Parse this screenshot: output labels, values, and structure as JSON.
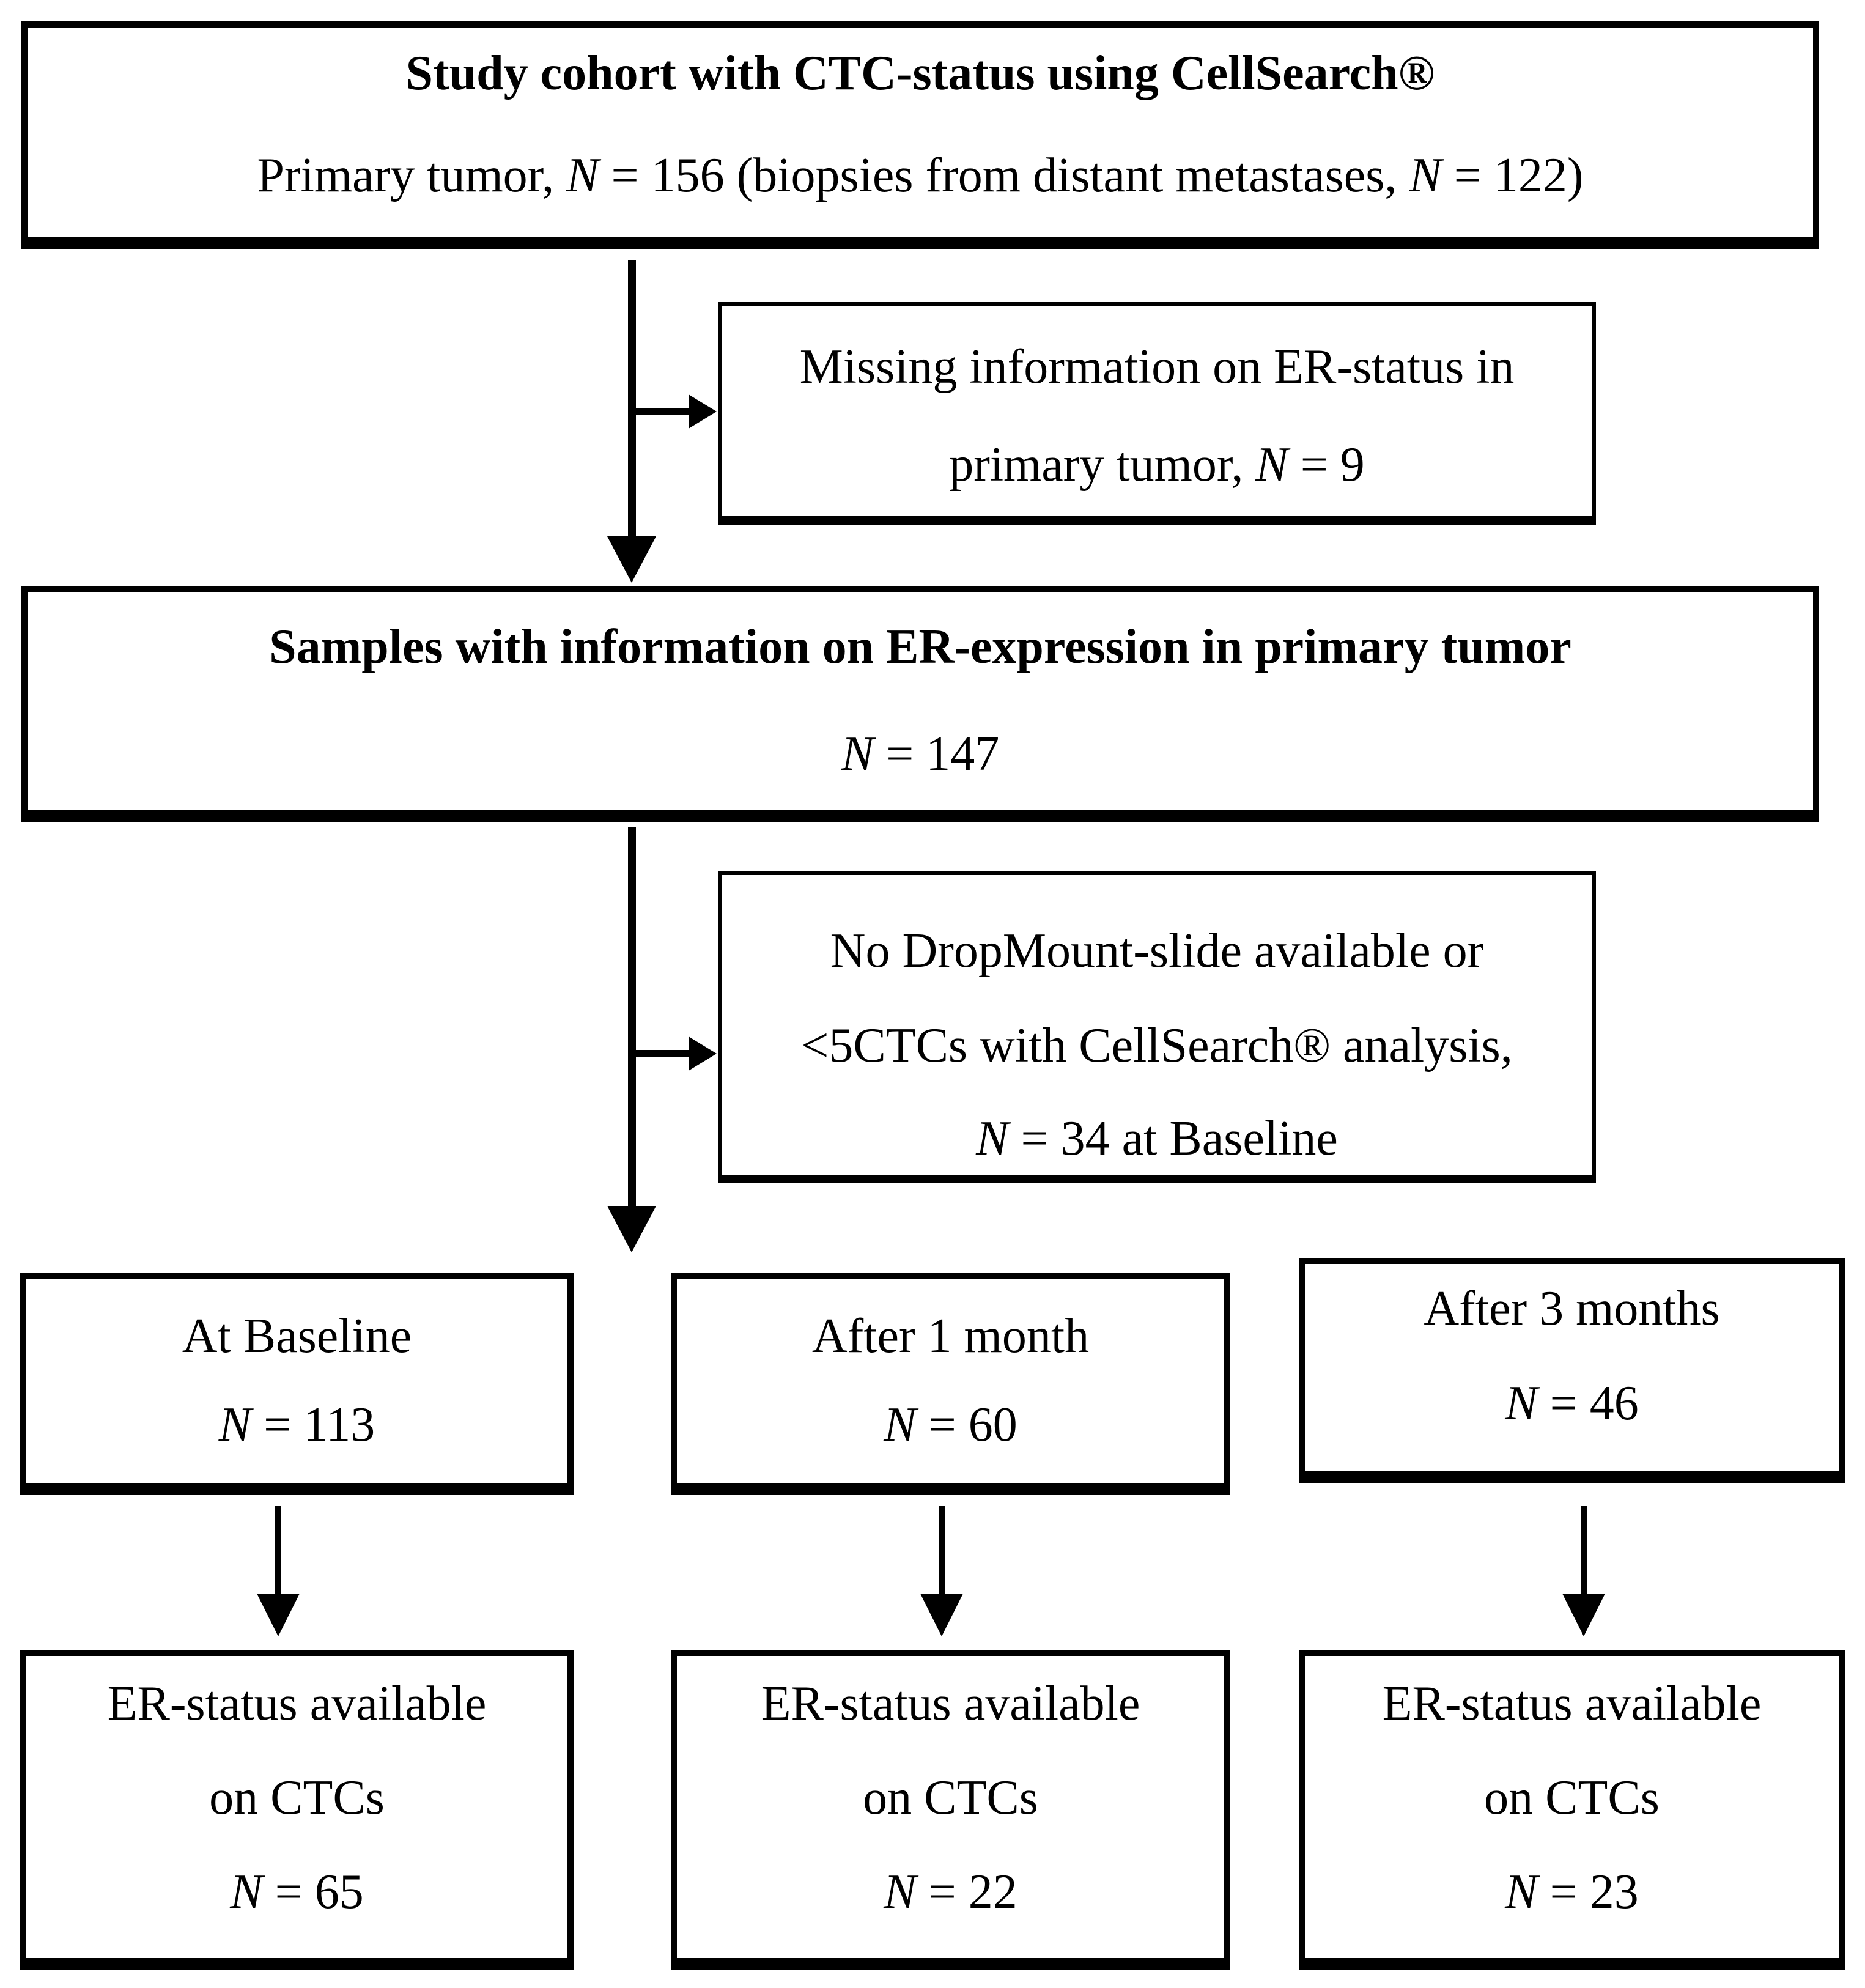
{
  "colors": {
    "ink": "#000000",
    "background": "#ffffff"
  },
  "flowchart": {
    "study_cohort": {
      "title": "Study cohort with CTC-status using CellSearch®",
      "subtitle": [
        "Primary tumor, ",
        "N",
        " = 156 (biopsies from distant metastases, ",
        "N",
        " = 122)"
      ]
    },
    "missing_er": {
      "line1": "Missing information on ER-status in",
      "line2": [
        "primary tumor, ",
        "N",
        " = 9"
      ]
    },
    "er_expression": {
      "title": "Samples with information on ER-expression in primary tumor",
      "count": [
        "N",
        " = 147"
      ]
    },
    "dropmount_exclusion": {
      "line1": "No DropMount-slide available or",
      "line2": "<5CTCs with CellSearch® analysis,",
      "line3": [
        "N",
        " = 34 at Baseline"
      ]
    },
    "timepoints": [
      {
        "label": "At Baseline",
        "count": [
          "N",
          " = 113"
        ]
      },
      {
        "label": "After 1 month",
        "count": [
          "N",
          " = 60"
        ]
      },
      {
        "label": "After 3 months",
        "count": [
          "N",
          " = 46"
        ]
      }
    ],
    "ctc_results": [
      {
        "line1": "ER-status available",
        "line2": "on CTCs",
        "count": [
          "N",
          " = 65"
        ]
      },
      {
        "line1": "ER-status available",
        "line2": "on CTCs",
        "count": [
          "N",
          " = 22"
        ]
      },
      {
        "line1": "ER-status available",
        "line2": "on CTCs",
        "count": [
          "N",
          " = 23"
        ]
      }
    ]
  }
}
